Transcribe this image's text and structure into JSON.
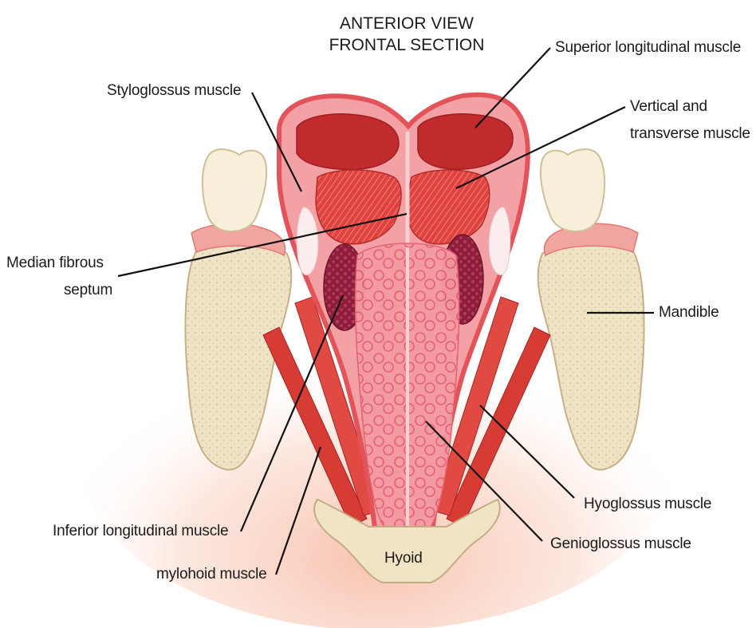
{
  "title": {
    "line1": "ANTERIOR VIEW",
    "line2": "FRONTAL SECTION"
  },
  "labels": {
    "superior_longitudinal": "Superior longitudinal muscle",
    "vertical_transverse_line1": "Vertical and",
    "vertical_transverse_line2": "transverse muscle",
    "styloglossus": "Styloglossus muscle",
    "median_septum_line1": "Median fibrous",
    "median_septum_line2": "septum",
    "mandible": "Mandible",
    "hyoglossus": "Hyoglossus muscle",
    "genioglossus": "Genioglossus muscle",
    "inferior_longitudinal": "Inferior longitudinal muscle",
    "mylohoid": "mylohoid muscle",
    "hyoid": "Hyoid"
  },
  "colors": {
    "tongue_outline": "#e2545a",
    "tongue_fill": "#f4a3a6",
    "muscle_dark": "#c0262c",
    "genioglossus_fill": "#f27e88",
    "bone": "#f3e8cf",
    "tooth": "#f7efda",
    "leader": "#111111"
  }
}
